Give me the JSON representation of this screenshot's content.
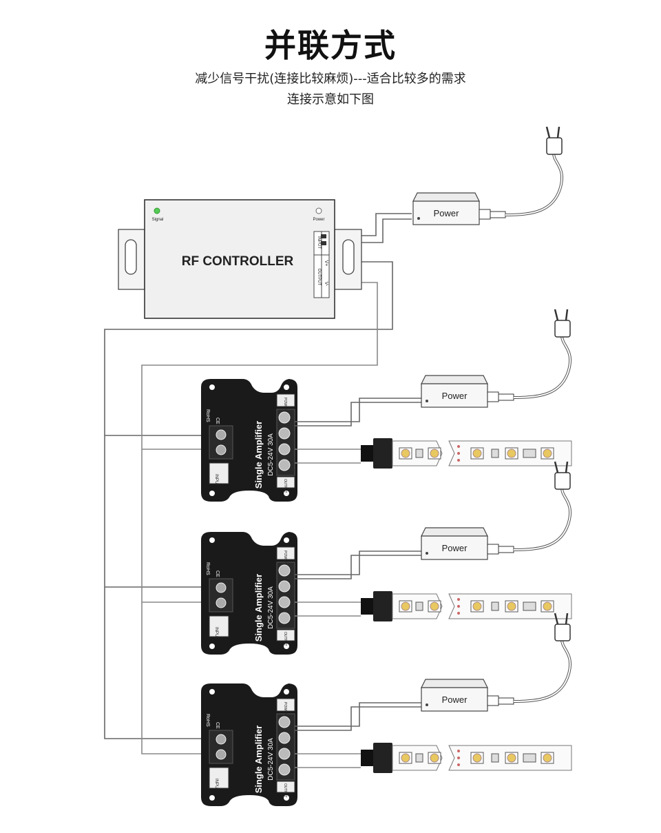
{
  "header": {
    "title": "并联方式",
    "subtitle": "减少信号干扰(连接比较麻烦)---适合比较多的需求",
    "subtitle2": "连接示意如下图"
  },
  "controller": {
    "label": "RF CONTROLLER",
    "signal_label": "Signal",
    "power_label": "Power",
    "input_label": "INPUT",
    "output_label": "OUTPUT",
    "v_plus": "V+",
    "v_minus": "V-"
  },
  "power_supply": {
    "label": "Power"
  },
  "amplifier": {
    "name": "Single Amplifier",
    "spec": "DC5-24V  30A",
    "rohs": "RoHS",
    "ce": "CE",
    "input": "INPUT",
    "power": "POWER",
    "output": "OUTPUT"
  },
  "colors": {
    "amplifier_body": "#1a1a1a",
    "controller_body": "#f0f0f0",
    "led": "#e8c860",
    "wire": "#888888"
  }
}
